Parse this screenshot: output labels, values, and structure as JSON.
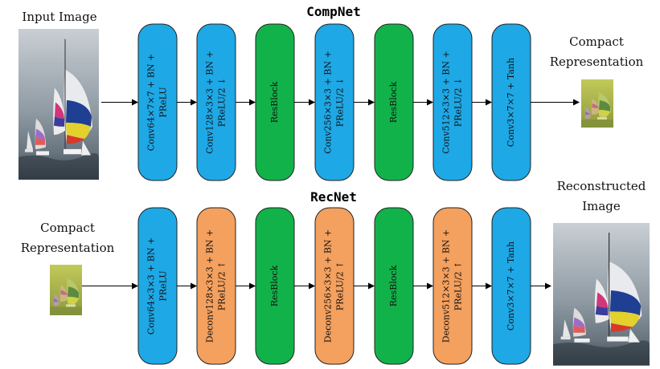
{
  "top": {
    "title": "CompNet",
    "input_label": "Input Image",
    "output_label_line1": "Compact",
    "output_label_line2": "Representation",
    "blocks": [
      {
        "color": "#1ea8e6",
        "lines": [
          "Conv64×7×7 + BN +",
          "PReLU"
        ]
      },
      {
        "color": "#1ea8e6",
        "lines": [
          "Conv128×3×3 + BN +",
          "PReLU/2 ↓"
        ]
      },
      {
        "color": "#12b24a",
        "lines": [
          "ResBlock"
        ]
      },
      {
        "color": "#1ea8e6",
        "lines": [
          "Conv256×3×3 + BN +",
          "PReLU/2 ↓"
        ]
      },
      {
        "color": "#12b24a",
        "lines": [
          "ResBlock"
        ]
      },
      {
        "color": "#1ea8e6",
        "lines": [
          "Conv512×3×3 + BN +",
          "PReLU/2 ↓"
        ]
      },
      {
        "color": "#1ea8e6",
        "lines": [
          "Conv3×7×7 + Tanh"
        ]
      }
    ]
  },
  "bottom": {
    "title": "RecNet",
    "input_label_line1": "Compact",
    "input_label_line2": "Representation",
    "output_label_line1": "Reconstructed",
    "output_label_line2": "Image",
    "blocks": [
      {
        "color": "#1ea8e6",
        "lines": [
          "Conv64×3×3 + BN +",
          "PReLU"
        ]
      },
      {
        "color": "#f4a05e",
        "lines": [
          "Deconv128×3×3 + BN +",
          "PReLU/2 ↑"
        ]
      },
      {
        "color": "#12b24a",
        "lines": [
          "ResBlock"
        ]
      },
      {
        "color": "#f4a05e",
        "lines": [
          "Deconv256×3×3 + BN +",
          "PReLU/2 ↑"
        ]
      },
      {
        "color": "#12b24a",
        "lines": [
          "ResBlock"
        ]
      },
      {
        "color": "#f4a05e",
        "lines": [
          "Deconv512×3×3 + BN +",
          "PReLU/2 ↑"
        ]
      },
      {
        "color": "#1ea8e6",
        "lines": [
          "Conv3×7×7 + Tanh"
        ]
      }
    ]
  }
}
